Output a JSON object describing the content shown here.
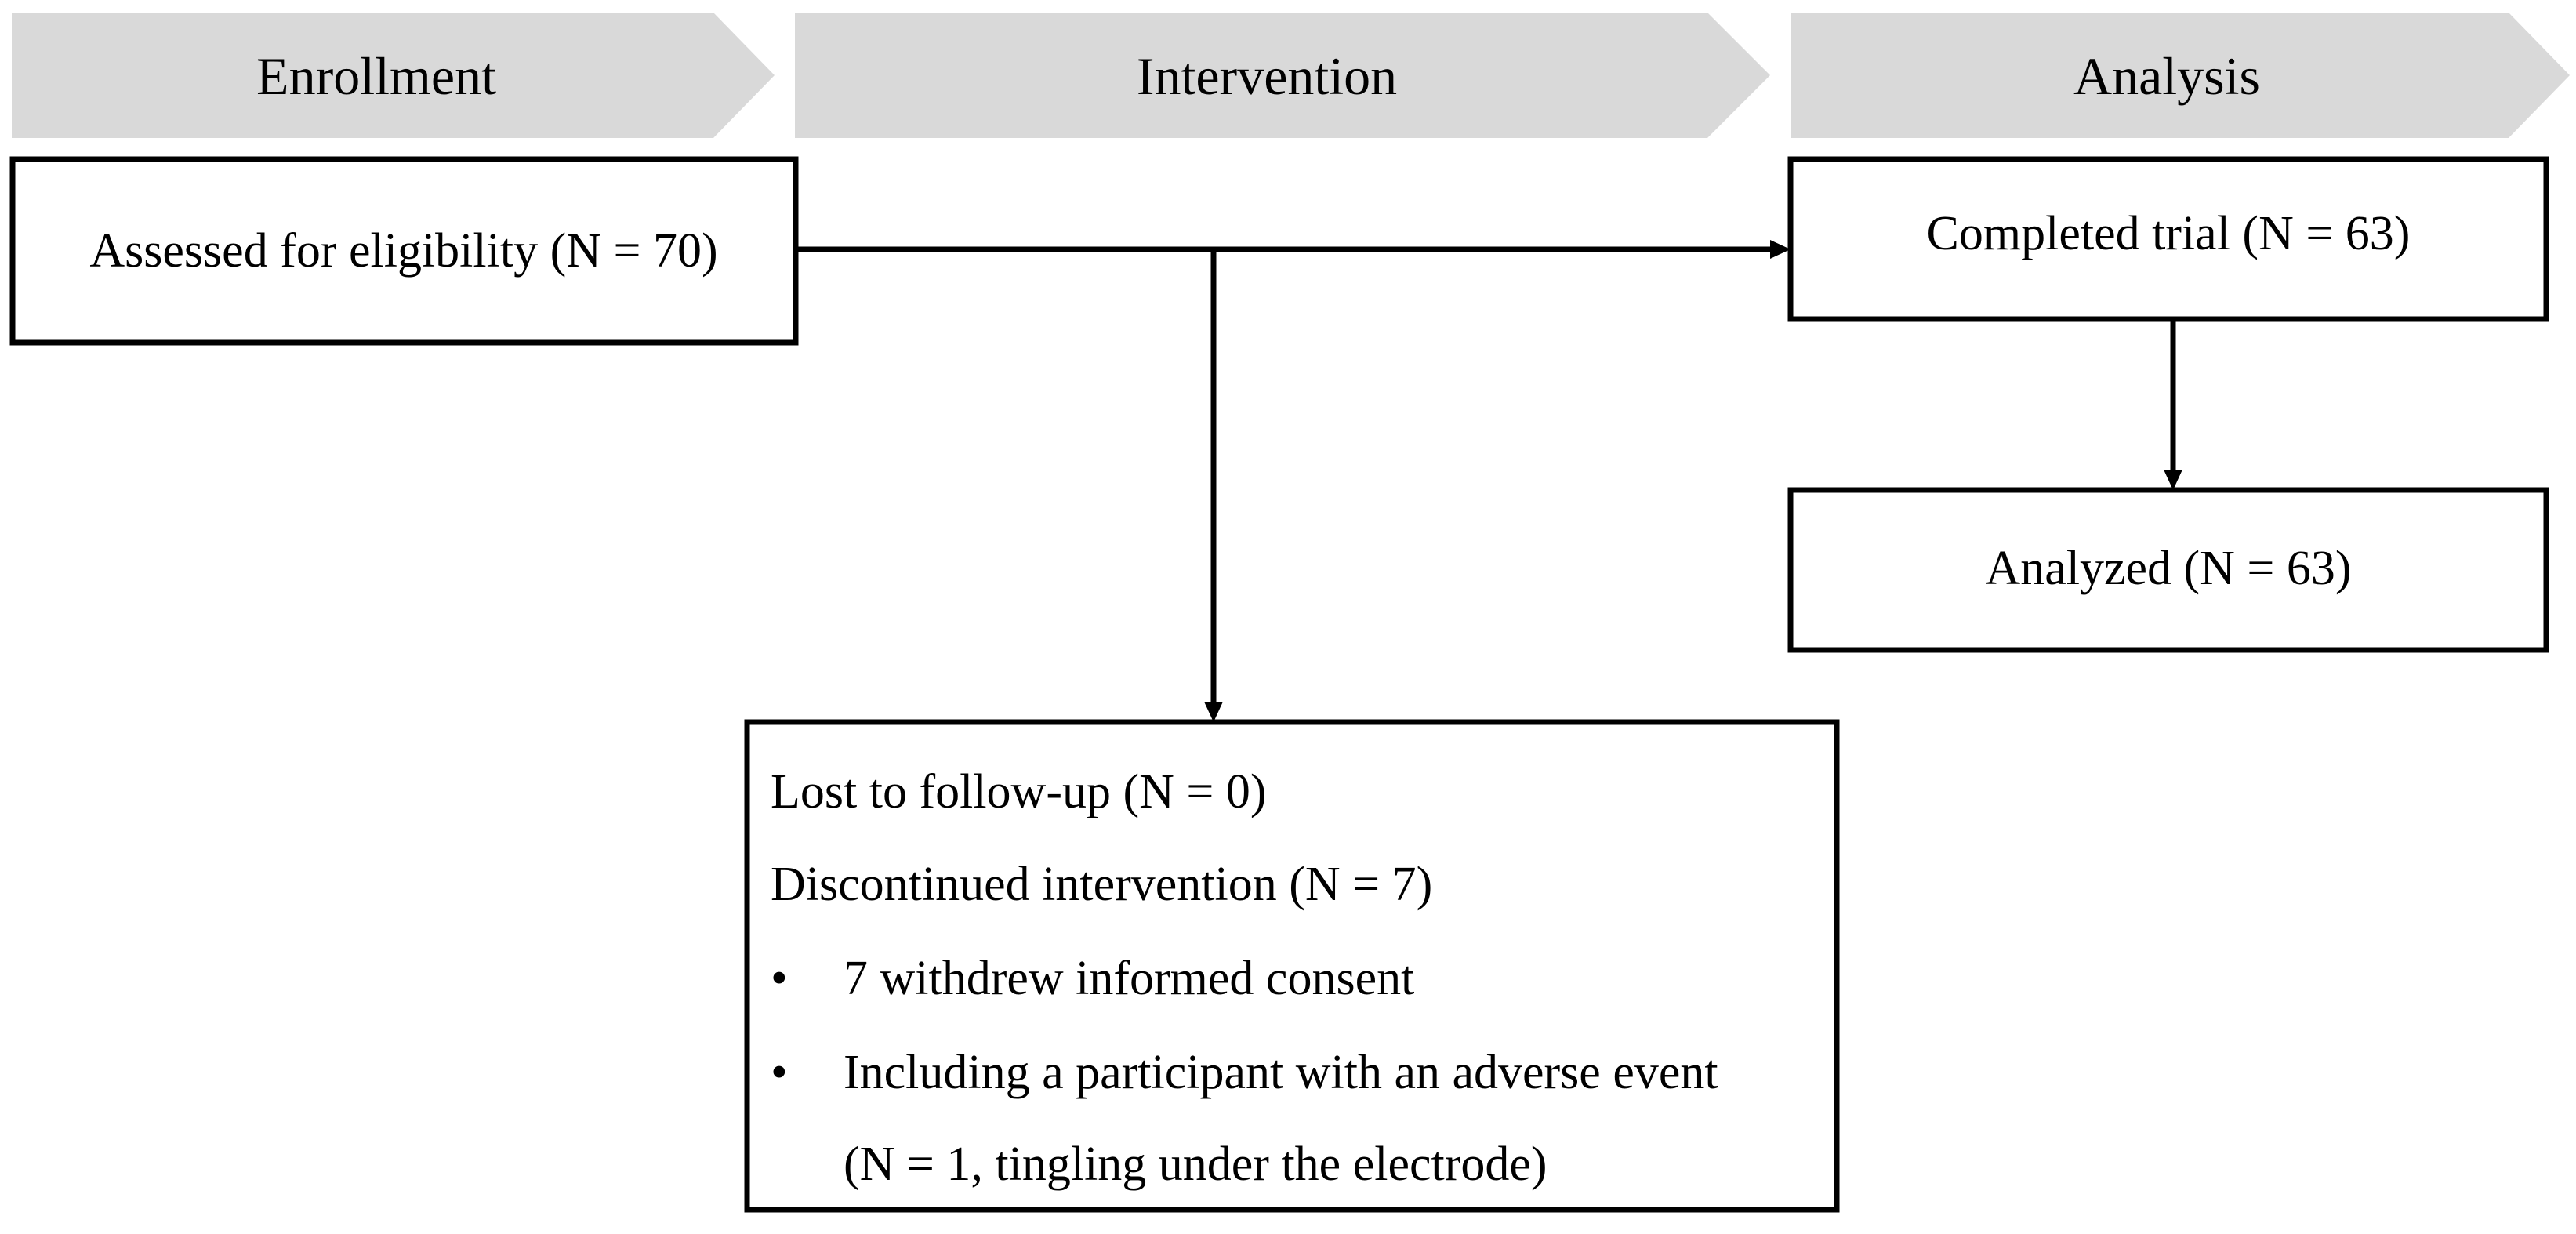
{
  "colors": {
    "phase_fill": "#d9d9d9",
    "box_stroke": "#000000",
    "text": "#000000"
  },
  "phases": [
    {
      "label": "Enrollment"
    },
    {
      "label": "Intervention"
    },
    {
      "label": "Analysis"
    }
  ],
  "boxes": {
    "assessed": "Assessed for eligibility (N = 70)",
    "completed": "Completed trial (N = 63)",
    "analyzed": "Analyzed (N = 63)",
    "lost": {
      "line1": "Lost to follow-up (N = 0)",
      "line2": "Discontinued intervention (N = 7)",
      "bullet_symbol": "•",
      "bullet1": "7 withdrew informed consent",
      "bullet2": "Including a participant with an adverse event",
      "bullet2_cont": "(N = 1, tingling under the electrode)"
    }
  }
}
